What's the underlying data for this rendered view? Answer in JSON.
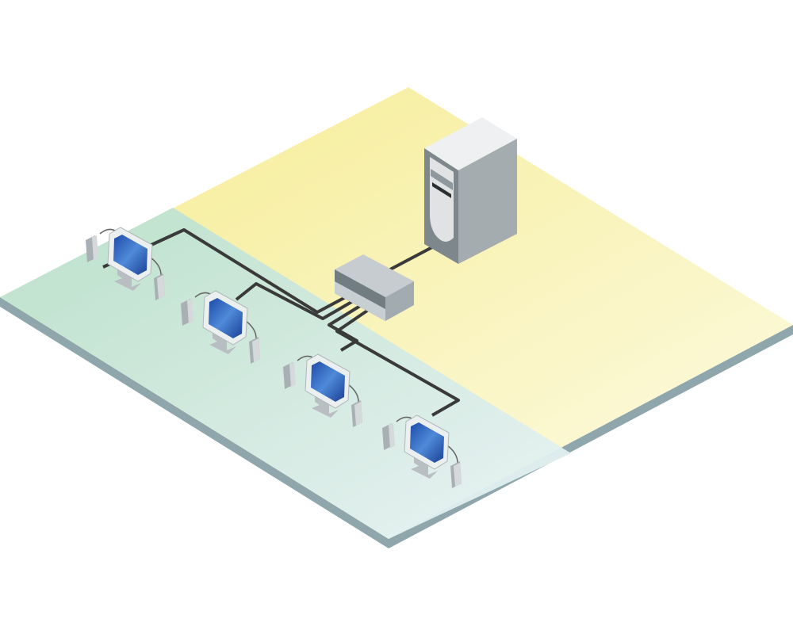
{
  "diagram": {
    "type": "network-topology",
    "colors": {
      "floor_yellow": "#f7f0a8",
      "floor_green": "#bfe3d0",
      "floor_edge": "#8aa3a8",
      "cable": "#3a3a3a",
      "device_gray": "#c4cbcf",
      "screen_blue": "#2a5db8"
    },
    "nodes": [
      {
        "id": "server",
        "icon": "server-tower-icon"
      },
      {
        "id": "switch",
        "icon": "network-switch-icon"
      },
      {
        "id": "workstation-1",
        "icon": "monitor-icon"
      },
      {
        "id": "workstation-2",
        "icon": "monitor-icon"
      },
      {
        "id": "workstation-3",
        "icon": "monitor-icon"
      },
      {
        "id": "workstation-4",
        "icon": "monitor-icon"
      }
    ],
    "links": [
      [
        "switch",
        "server"
      ],
      [
        "switch",
        "workstation-1"
      ],
      [
        "switch",
        "workstation-2"
      ],
      [
        "switch",
        "workstation-3"
      ],
      [
        "switch",
        "workstation-4"
      ]
    ]
  }
}
